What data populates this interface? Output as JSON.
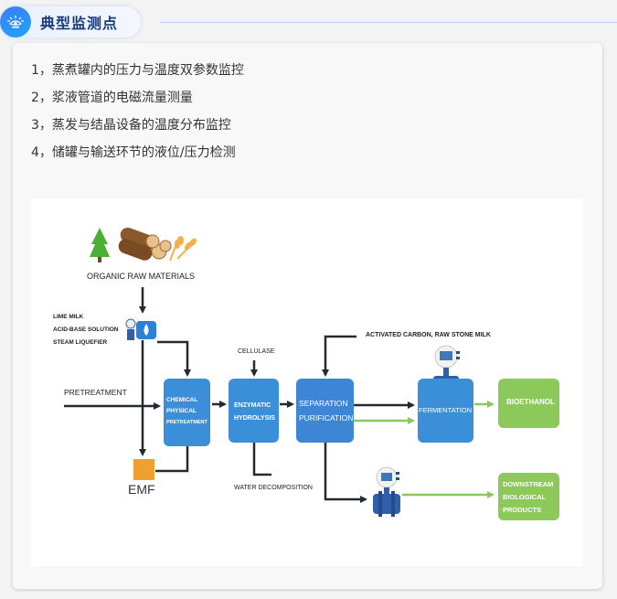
{
  "header": {
    "title": "典型监测点",
    "badge_icon": "eye-sun-icon"
  },
  "monitoring_points": [
    "1，蒸煮罐内的压力与温度双参数监控",
    "2，浆液管道的电磁流量测量",
    "3，蒸发与结晶设备的温度分布监控",
    "4，储罐与输送环节的液位/压力检测"
  ],
  "diagram": {
    "raw_materials_label": "ORGANIC RAW MATERIALS",
    "inputs": [
      "LIME MILK",
      "ACID-BASE SOLUTION",
      "STEAM LIQUEFIER"
    ],
    "pretreatment_label": "PRETREATMENT",
    "cellulase_label": "CELLULASE",
    "water_label": "WATER DECOMPOSITION",
    "activated_label": "ACTIVATED CARBON, RAW STONE MILK",
    "emf_label": "EMF",
    "boxes": {
      "chemical": [
        "CHEMICAL",
        "PHYSICAL",
        "PRETREATMENT"
      ],
      "enzymatic": [
        "ENZYMATIC",
        "HYDROLYSIS"
      ],
      "separation": [
        "SEPARATION",
        "PURIFICATION"
      ],
      "fermentation": "FERMENTATION",
      "bioethanol": "BIOETHANOL",
      "downstream": [
        "DOWNSTREAM",
        "BIOLOGICAL",
        "PRODUCTS"
      ]
    },
    "colors": {
      "process_blue": "#3b8fd8",
      "product_green": "#8cc85a",
      "emf_orange": "#f0a030",
      "arrow_dark": "#222a33",
      "arrow_green": "#8cc85a"
    }
  }
}
